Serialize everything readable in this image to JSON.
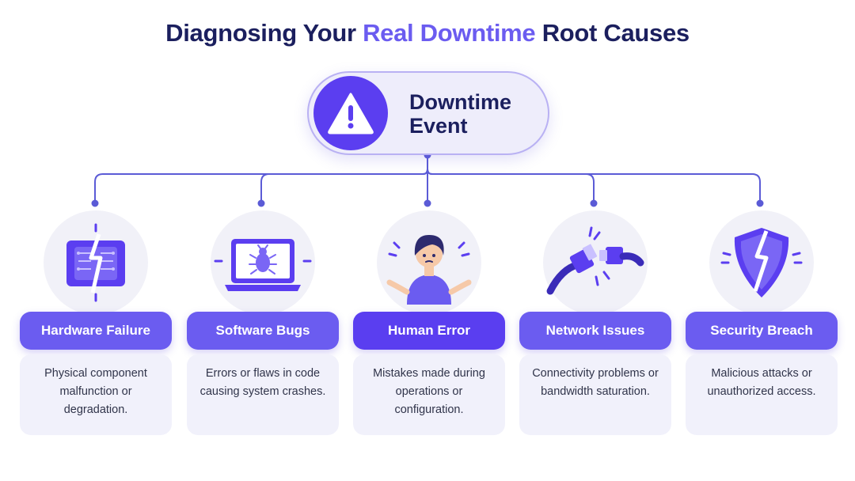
{
  "title": {
    "prefix": "Diagnosing Your ",
    "accent": "Real Downtime",
    "suffix": " Root Causes"
  },
  "event": {
    "label": "Downtime Event",
    "icon": "warning-triangle-icon"
  },
  "colors": {
    "primary": "#5b3ef0",
    "accent": "#6b5cf0",
    "title": "#1b1f5e",
    "line": "#5b5bd6"
  },
  "causes": [
    {
      "label": "Hardware Failure",
      "description": "Physical component malfunction or degradation.",
      "icon": "broken-chip-icon"
    },
    {
      "label": "Software Bugs",
      "description": "Errors or flaws in code causing system crashes.",
      "icon": "laptop-bug-icon"
    },
    {
      "label": "Human Error",
      "description": "Mistakes made during operations or configuration.",
      "icon": "confused-person-icon"
    },
    {
      "label": "Network Issues",
      "description": "Connectivity problems or bandwidth saturation.",
      "icon": "unplugged-cable-icon"
    },
    {
      "label": "Security Breach",
      "description": "Malicious attacks or unauthorized access.",
      "icon": "broken-shield-icon"
    }
  ]
}
